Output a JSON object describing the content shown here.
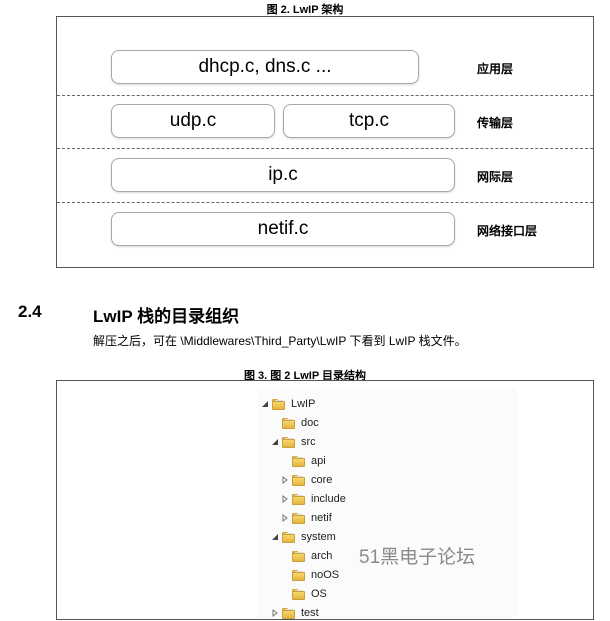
{
  "figure2": {
    "caption": "图 2. LwIP 架构",
    "layers": [
      {
        "label": "应用层",
        "modules": [
          "dhcp.c, dns.c ..."
        ]
      },
      {
        "label": "传输层",
        "modules": [
          "udp.c",
          "tcp.c"
        ]
      },
      {
        "label": "网际层",
        "modules": [
          "ip.c"
        ]
      },
      {
        "label": "网络接口层",
        "modules": [
          "netif.c"
        ]
      }
    ]
  },
  "section": {
    "number": "2.4",
    "title": "LwIP 栈的目录组织",
    "paragraph": "解压之后，可在 \\Middlewares\\Third_Party\\LwIP 下看到 LwIP 栈文件。"
  },
  "figure3": {
    "caption": "图 3. 图 2 LwIP 目录结构",
    "tree": [
      {
        "name": "LwIP",
        "depth": 0,
        "expander": "expanded"
      },
      {
        "name": "doc",
        "depth": 1,
        "expander": "none"
      },
      {
        "name": "src",
        "depth": 1,
        "expander": "expanded"
      },
      {
        "name": "api",
        "depth": 2,
        "expander": "none"
      },
      {
        "name": "core",
        "depth": 2,
        "expander": "collapsed"
      },
      {
        "name": "include",
        "depth": 2,
        "expander": "collapsed"
      },
      {
        "name": "netif",
        "depth": 2,
        "expander": "collapsed"
      },
      {
        "name": "system",
        "depth": 1,
        "expander": "expanded"
      },
      {
        "name": "arch",
        "depth": 2,
        "expander": "none"
      },
      {
        "name": "noOS",
        "depth": 2,
        "expander": "none"
      },
      {
        "name": "OS",
        "depth": 2,
        "expander": "none"
      },
      {
        "name": "test",
        "depth": 1,
        "expander": "collapsed"
      }
    ]
  },
  "watermark": "51黑电子论坛"
}
